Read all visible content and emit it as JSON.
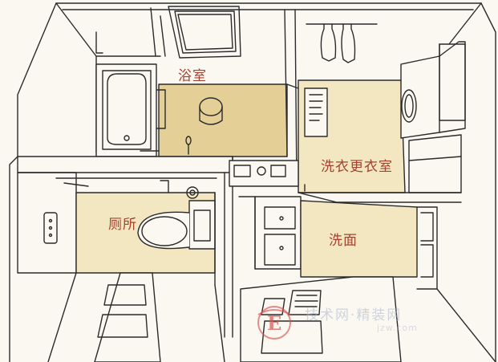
{
  "rooms": {
    "bathroom": "浴室",
    "dressing_laundry": "洗衣更衣室",
    "toilet": "厕所",
    "washroom": "洗面"
  },
  "watermark": {
    "main": "技术网·精装网",
    "sub": "jzw.com",
    "logo_letter": "E"
  },
  "colors": {
    "line": "#2b2b2b",
    "floor_fill": "#f3e7c2",
    "bath_floor": "#e4cf97",
    "wall_fill": "#fbf8f2",
    "label": "#a6412f",
    "logo_red": "#d9534f"
  }
}
